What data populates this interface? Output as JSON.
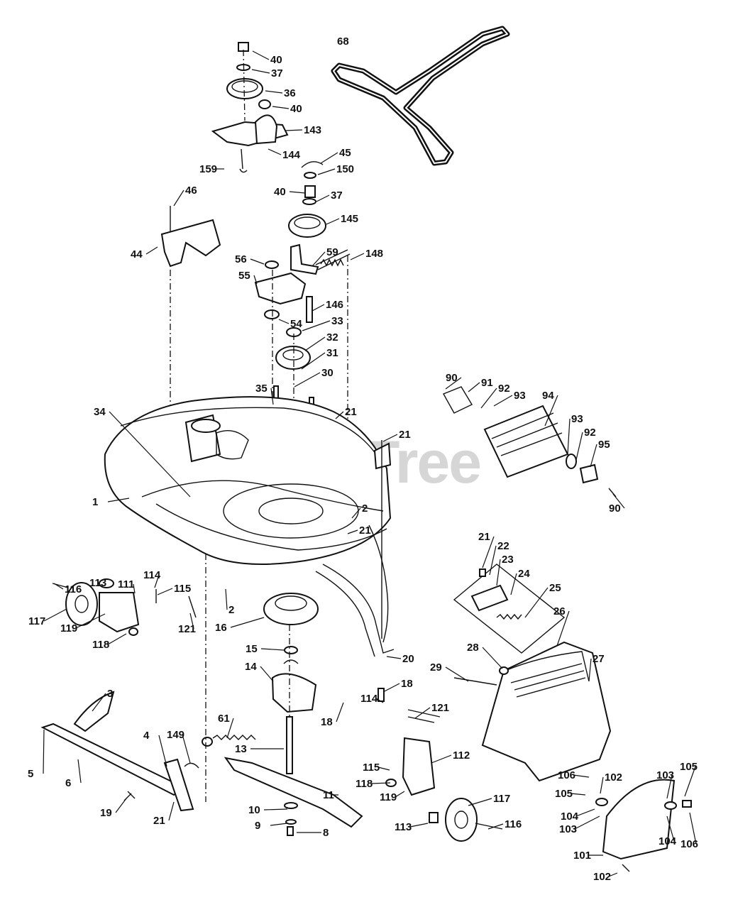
{
  "watermark": "PartsTree",
  "callouts": [
    "68",
    "40",
    "37",
    "36",
    "40",
    "143",
    "144",
    "159",
    "45",
    "150",
    "40",
    "37",
    "145",
    "46",
    "44",
    "59",
    "148",
    "56",
    "55",
    "146",
    "54",
    "33",
    "32",
    "31",
    "30",
    "35",
    "21",
    "34",
    "21",
    "1",
    "2",
    "21",
    "90",
    "91",
    "92",
    "93",
    "94",
    "93",
    "92",
    "95",
    "90",
    "116",
    "113",
    "111",
    "114",
    "115",
    "117",
    "119",
    "121",
    "118",
    "2",
    "16",
    "15",
    "14",
    "20",
    "18",
    "21",
    "22",
    "23",
    "24",
    "25",
    "26",
    "28",
    "27",
    "29",
    "18",
    "114",
    "121",
    "3",
    "61",
    "5",
    "6",
    "4",
    "149",
    "13",
    "112",
    "19",
    "21",
    "11",
    "115",
    "118",
    "10",
    "9",
    "8",
    "117",
    "116",
    "119",
    "113",
    "106",
    "102",
    "105",
    "103",
    "105",
    "104",
    "103",
    "104",
    "106",
    "101",
    "102"
  ]
}
